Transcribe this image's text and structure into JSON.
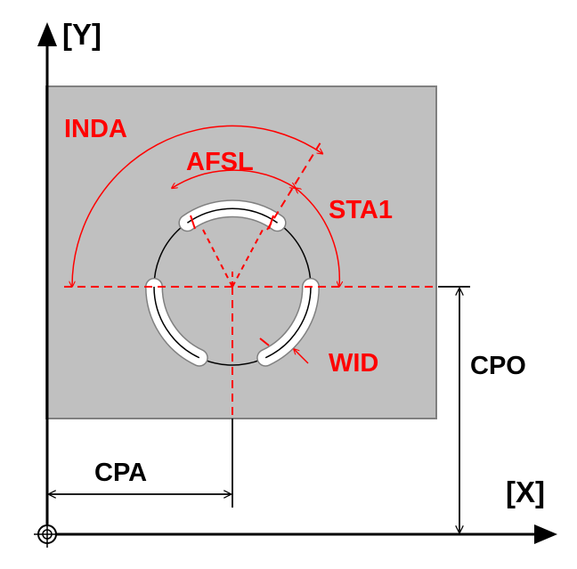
{
  "axes": {
    "y_label": "[Y]",
    "x_label": "[X]"
  },
  "dimensions": {
    "inda": "INDA",
    "afsl": "AFSL",
    "sta1": "STA1",
    "wid": "WID",
    "cpa": "CPA",
    "cpo": "CPO"
  },
  "colors": {
    "plate": "#c0c0c0",
    "plate_border": "#808080",
    "annotation": "#ff0000",
    "ink": "#000000",
    "slot_fill": "#ffffff"
  },
  "icons": {
    "origin": "origin-crosshair-icon"
  }
}
